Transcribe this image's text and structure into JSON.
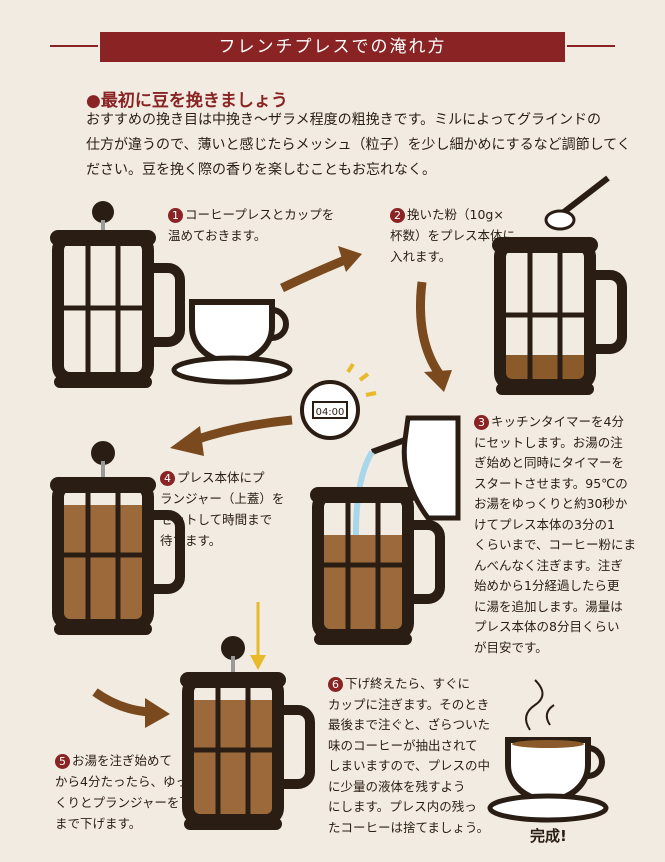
{
  "banner": {
    "title": "フレンチプレスでの淹れ方"
  },
  "intro": {
    "heading": "●最初に豆を挽きましょう",
    "lines": [
      "おすすめの挽き目は中挽き〜ザラメ程度の粗挽きです。ミルによってグラインドの",
      "仕方が違うので、薄いと感じたらメッシュ（粒子）を少し細かめにするなど調節してく",
      "ださい。豆を挽く際の香りを楽しむこともお忘れなく。"
    ]
  },
  "steps": [
    {
      "num": "1",
      "lines": [
        "コーヒープレスとカップを",
        "温めておきます。"
      ]
    },
    {
      "num": "2",
      "lines": [
        "挽いた粉（10g×",
        "杯数）をプレス本体に",
        "入れます。"
      ]
    },
    {
      "num": "3",
      "lines": [
        "キッチンタイマーを4分",
        "にセットします。お湯の注",
        "ぎ始めと同時にタイマーを",
        "スタートさせます。95℃の",
        "お湯をゆっくりと約30秒か",
        "けてプレス本体の3分の1",
        "くらいまで、コーヒー粉にま",
        "んべんなく注ぎます。注ぎ",
        "始めから1分経過したら更",
        "に湯を追加します。湯量は",
        "プレス本体の8分目くらい",
        "が目安です。"
      ]
    },
    {
      "num": "4",
      "lines": [
        "プレス本体にプ",
        "ランジャー（上蓋）を",
        "セットして時間まで",
        "待ちます。"
      ]
    },
    {
      "num": "5",
      "lines": [
        "お湯を注ぎ始めて",
        "から4分たったら、ゆっ",
        "くりとプランジャーを下",
        "まで下げます。"
      ]
    },
    {
      "num": "6",
      "lines": [
        "下げ終えたら、すぐに",
        "カップに注ぎます。そのとき",
        "最後まで注ぐと、ざらついた",
        "味のコーヒーが抽出されて",
        "しまいますので、プレスの中",
        "に少量の液体を残すよう",
        "にします。プレス内の残っ",
        "たコーヒーは捨てましょう。"
      ]
    }
  ],
  "timer": {
    "display": "04:00"
  },
  "finish": {
    "label": "完成!"
  },
  "colors": {
    "accent": "#8a2424",
    "arrow": "#7a4a1e",
    "coffee": "#8b5a2b",
    "ink": "#2a1d14"
  }
}
